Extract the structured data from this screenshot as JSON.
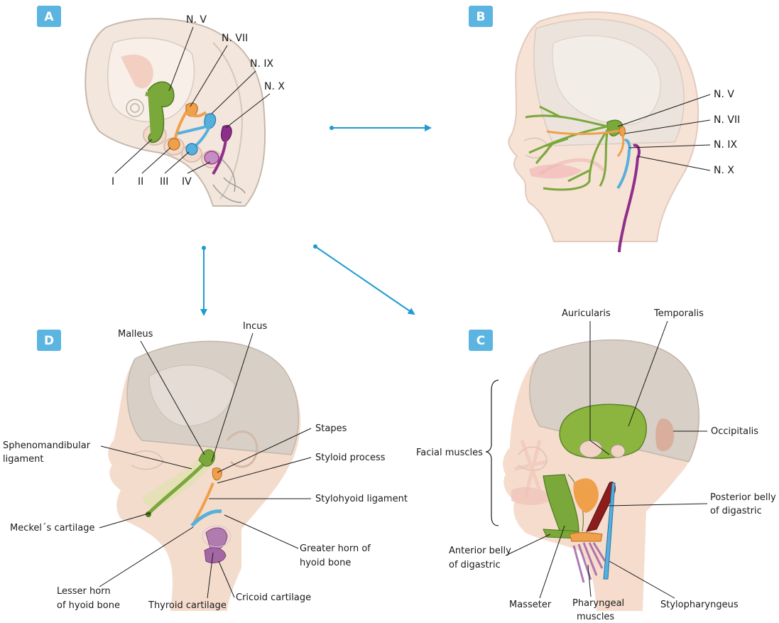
{
  "panels": {
    "a": {
      "badge": "A",
      "nerves": [
        "N. V",
        "N. VII",
        "N. IX",
        "N. X"
      ],
      "arches": [
        "I",
        "II",
        "III",
        "IV"
      ]
    },
    "b": {
      "badge": "B",
      "nerves": [
        "N. V",
        "N. VII",
        "N. IX",
        "N. X"
      ]
    },
    "c": {
      "badge": "C",
      "labels": {
        "auricularis": "Auricularis",
        "temporalis": "Temporalis",
        "occipitalis": "Occipitalis",
        "facial_muscles": "Facial muscles",
        "posterior_belly_1": "Posterior belly",
        "posterior_belly_2": "of digastric",
        "anterior_belly_1": "Anterior belly",
        "anterior_belly_2": "of digastric",
        "masseter": "Masseter",
        "pharyngeal_1": "Pharyngeal",
        "pharyngeal_2": "muscles",
        "stylopharyngeus": "Stylopharyngeus"
      }
    },
    "d": {
      "badge": "D",
      "labels": {
        "malleus": "Malleus",
        "incus": "Incus",
        "stapes": "Stapes",
        "sphenomandibular_1": "Sphenomandibular",
        "sphenomandibular_2": "ligament",
        "styloid": "Styloid process",
        "stylohyoid": "Stylohyoid ligament",
        "meckel": "Meckel´s cartilage",
        "greater_horn_1": "Greater horn of",
        "greater_horn_2": "hyoid bone",
        "lesser_horn_1": "Lesser horn",
        "lesser_horn_2": "of hyoid bone",
        "thyroid": "Thyroid cartilage",
        "cricoid": "Cricoid cartilage"
      }
    }
  },
  "colors": {
    "badge": "#5bb5e0",
    "arrow": "#1e9bd1",
    "arch_1_trigeminal": "#7aa83a",
    "arch_2_facial": "#f0a04a",
    "arch_3_glossopharyngeal": "#55b0dd",
    "arch_4_vagus": "#8e2f8a",
    "skin": "#f5dccd",
    "skull": "#d8cfc6"
  }
}
